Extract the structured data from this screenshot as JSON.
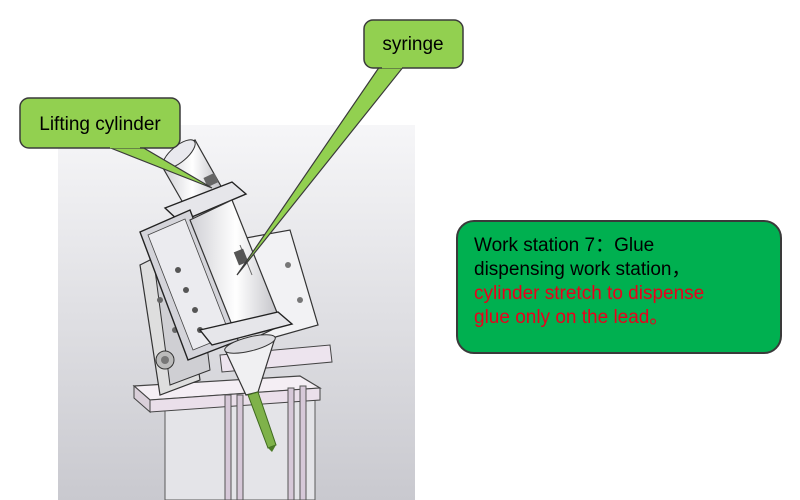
{
  "labels": {
    "lifting_cylinder": "Lifting cylinder",
    "syringe": "syringe"
  },
  "info": {
    "line1": "Work station 7：Glue",
    "line2": "dispensing work station，",
    "line3": "cylinder stretch to dispense",
    "line4": "glue only on the lead。"
  },
  "colors": {
    "callout_fill": "#92d050",
    "info_fill": "#00b050",
    "highlight_text": "#e8001c"
  }
}
